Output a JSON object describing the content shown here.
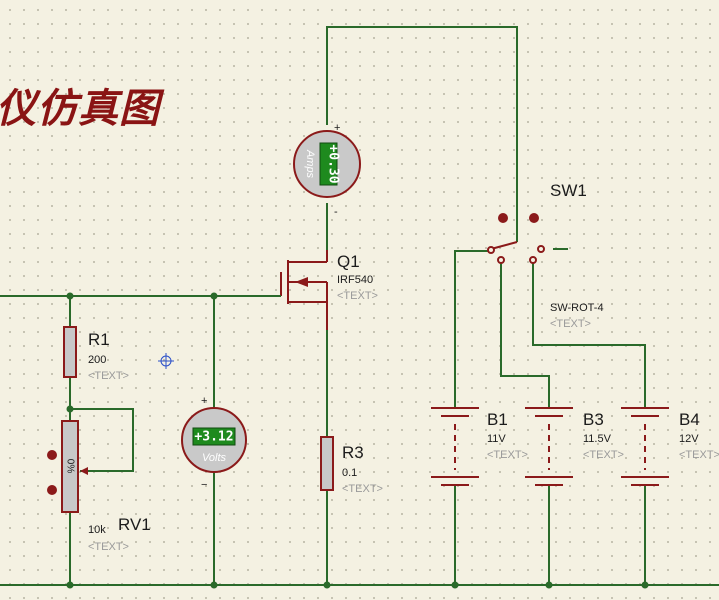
{
  "title": "仪仿真图",
  "ammeter": {
    "value": "+0.30",
    "unit": "Amps",
    "plus": "+",
    "minus": "-"
  },
  "voltmeter": {
    "value": "+3.12",
    "unit": "Volts",
    "plus": "+",
    "minus": "−"
  },
  "q1": {
    "ref": "Q1",
    "value": "IRF540",
    "text": "<TEXT>"
  },
  "r1": {
    "ref": "R1",
    "value": "200",
    "text": "<TEXT>"
  },
  "r3": {
    "ref": "R3",
    "value": "0.1",
    "text": "<TEXT>"
  },
  "rv1": {
    "ref": "RV1",
    "value": "10k",
    "text": "<TEXT>",
    "pct": "0%"
  },
  "sw1": {
    "ref": "SW1",
    "value": "SW-ROT-4",
    "text": "<TEXT>"
  },
  "b1": {
    "ref": "B1",
    "value": "11V",
    "text": "<TEXT>"
  },
  "b3": {
    "ref": "B3",
    "value": "11.5V",
    "text": "<TEXT>"
  },
  "b4": {
    "ref": "B4",
    "value": "12V",
    "text": "<TEXT>"
  },
  "colors": {
    "wire": "#2a6a2a",
    "component": "#8b1a1a",
    "body": "#c8c8c8",
    "lcd": "#1e8a1e",
    "title": "#8a1414"
  }
}
